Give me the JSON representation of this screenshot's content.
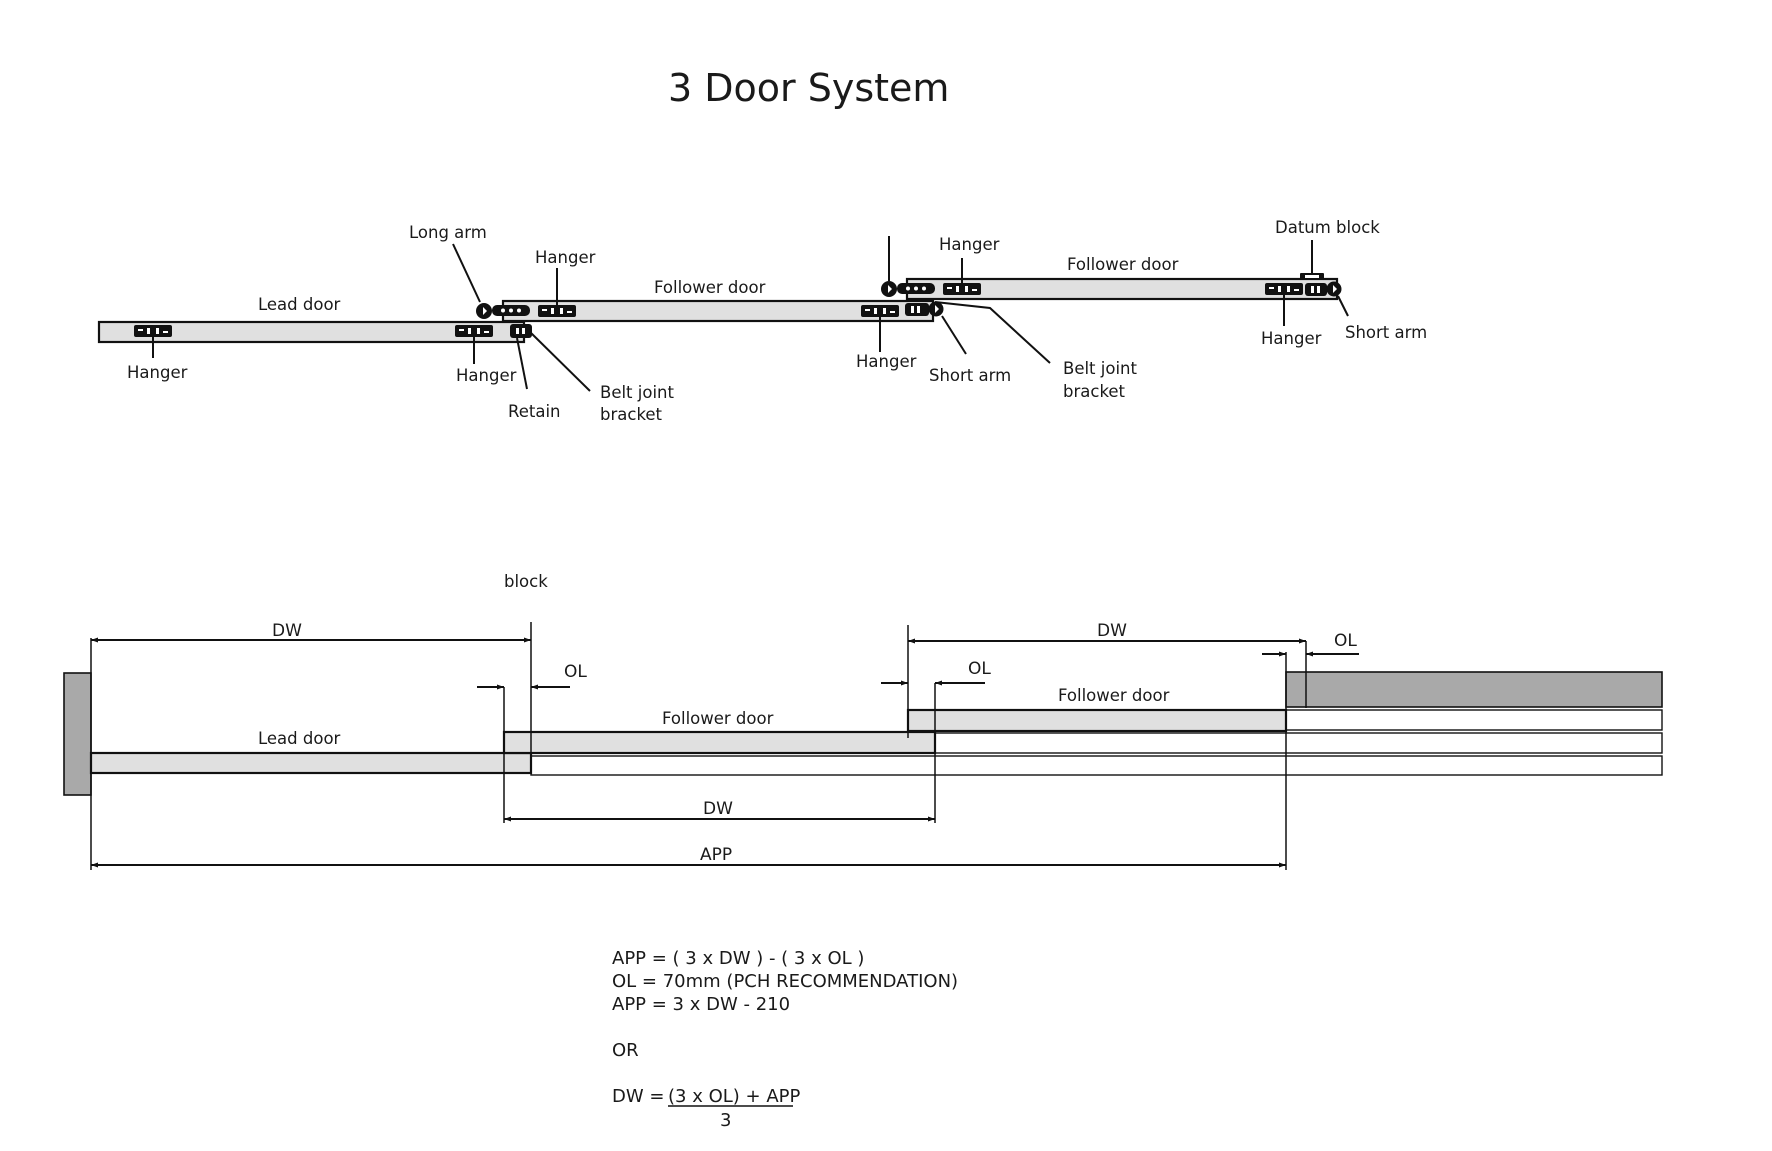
{
  "title": "3 Door System",
  "top_diagram": {
    "labels": {
      "lead_door": "Lead door",
      "follower_door_1": "Follower door",
      "follower_door_2": "Follower door",
      "long_arm": "Long arm",
      "hanger_lead_left": "Hanger",
      "hanger_lead_right": "Hanger",
      "hanger_f1_left": "Hanger",
      "hanger_f1_right": "Hanger",
      "hanger_f2_left": "Hanger",
      "hanger_f2_right": "Hanger",
      "retain": "Retain",
      "belt_joint_bracket_1_line1": "Belt joint",
      "belt_joint_bracket_1_line2": "bracket",
      "short_arm_1": "Short arm",
      "belt_joint_bracket_2_line1": "Belt joint",
      "belt_joint_bracket_2_line2": "bracket",
      "datum_block": "Datum block",
      "short_arm_2": "Short arm"
    }
  },
  "bottom_diagram": {
    "labels": {
      "block": "block",
      "dw_1": "DW",
      "ol_1": "OL",
      "lead_door": "Lead door",
      "follower_door_1": "Follower door",
      "dw_2": "DW",
      "ol_2": "OL",
      "follower_door_2": "Follower door",
      "dw_3": "DW",
      "ol_3": "OL",
      "app": "APP"
    }
  },
  "formulas": {
    "line1": "APP = ( 3 x DW ) - ( 3 x OL )",
    "line2": "OL = 70mm (PCH RECOMMENDATION)",
    "line3": "APP = 3 x DW - 210",
    "or": "OR",
    "dw_lhs": "DW = ",
    "dw_numerator": "(3 x OL) + APP",
    "dw_denominator": "3"
  },
  "values": {
    "overlap_mm": 70,
    "overlap_total_mm": 210,
    "door_count": 3
  }
}
